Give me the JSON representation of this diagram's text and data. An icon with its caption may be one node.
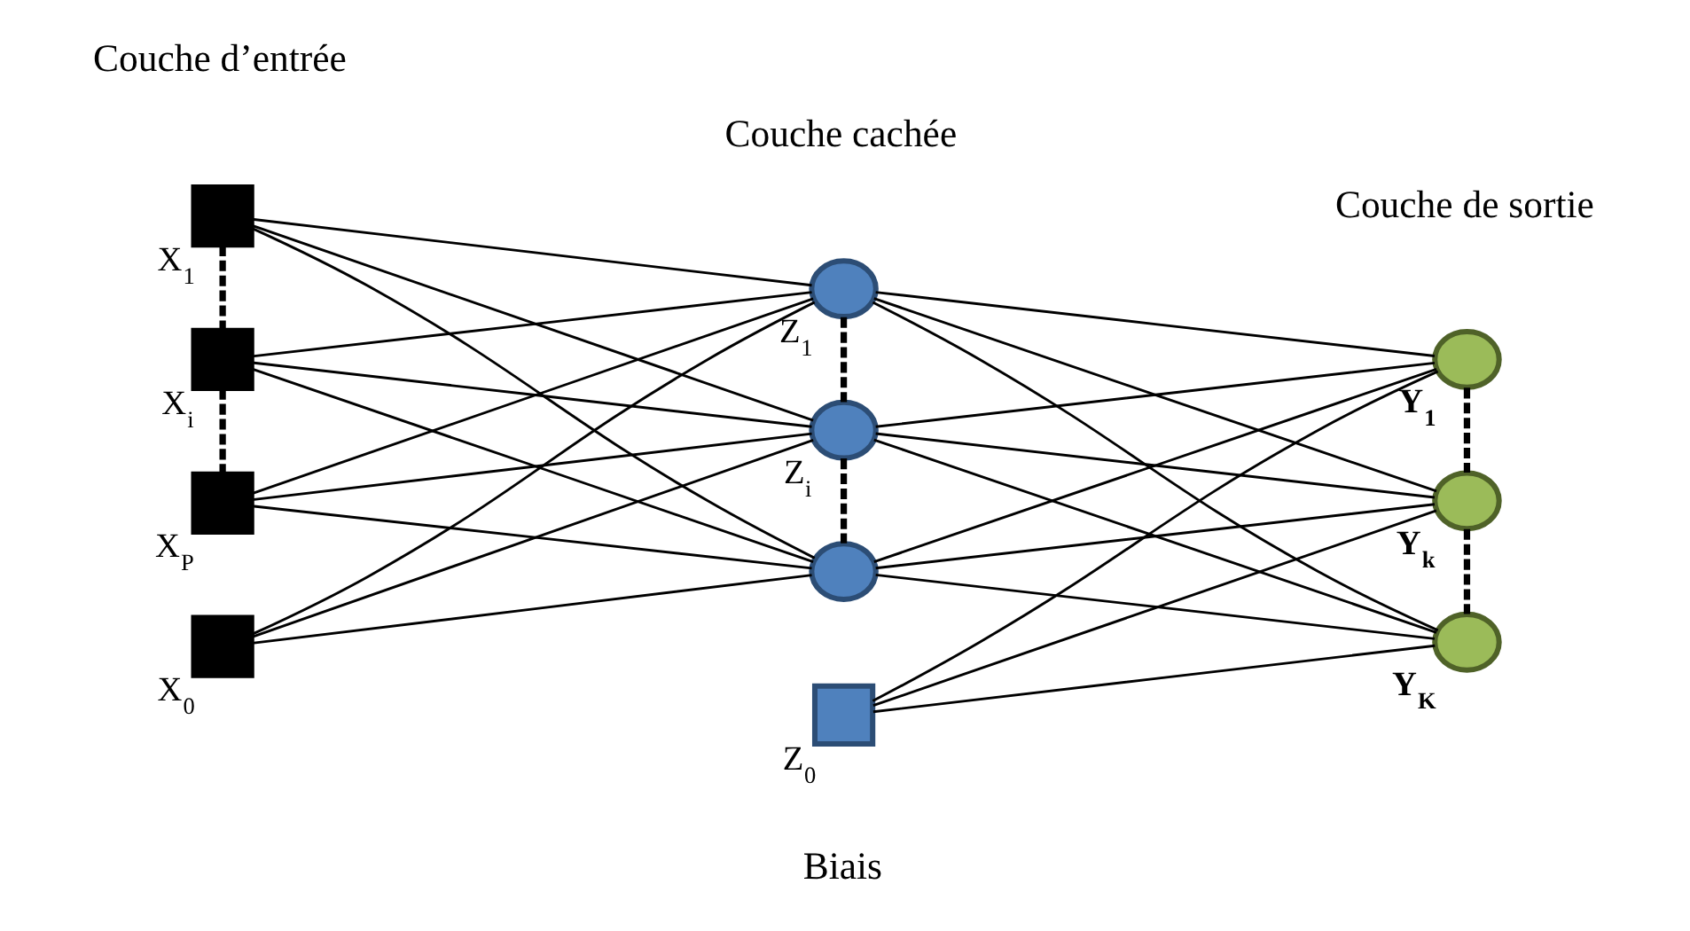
{
  "diagram": {
    "nodes": [
      {
        "text": [],
        "shape": "box",
        "beside": [
          "X$_{1}$"
        ]
      },
      {
        "text": [],
        "shape": "box",
        "beside": [
          "X$_{i}$"
        ]
      },
      {
        "text": [],
        "shape": "box",
        "beside": [
          "X$_{P}$"
        ]
      },
      {
        "text": [],
        "shape": "box",
        "beside": [
          "X$_{0}$"
        ]
      },
      {
        "text": [],
        "shape": "circle",
        "beside": [
          "Z$_{1}$"
        ]
      },
      {
        "text": [],
        "shape": "circle",
        "beside": [
          "Z$_{i}$"
        ]
      },
      {
        "text": [],
        "shape": "circle"
      },
      {
        "text": [],
        "shape": "box",
        "beside": [
          "Z$_{0}$"
        ]
      },
      {
        "text": [],
        "shape": "circle",
        "beside": [
          "Y$_{1}$"
        ]
      },
      {
        "text": [],
        "shape": "circle",
        "beside": [
          "Y$_{k}$"
        ]
      },
      {
        "text": [],
        "shape": "circle",
        "beside": [
          "Y$_{K}$"
        ]
      }
    ],
    "edges": [
      {
        "from": 0,
        "to": 1,
        "arrow": "none",
        "style": "dashed"
      },
      {
        "from": 1,
        "to": 2,
        "arrow": "none",
        "style": "dashed"
      },
      {
        "from": 4,
        "to": 5,
        "arrow": "none",
        "style": "dashed"
      },
      {
        "from": 5,
        "to": 6,
        "arrow": "none",
        "style": "dashed"
      },
      {
        "from": 8,
        "to": 9,
        "arrow": "none",
        "style": "dashed"
      },
      {
        "from": 9,
        "to": 10,
        "arrow": "none",
        "style": "dashed"
      },
      {
        "from": 0,
        "to": 4,
        "arrow": "none"
      },
      {
        "from": 0,
        "to": 5,
        "arrow": "none"
      },
      {
        "from": 0,
        "to": 6,
        "arrow": "none"
      },
      {
        "from": 1,
        "to": 4,
        "arrow": "none"
      },
      {
        "from": 1,
        "to": 5,
        "arrow": "none"
      },
      {
        "from": 1,
        "to": 6,
        "arrow": "none"
      },
      {
        "from": 2,
        "to": 4,
        "arrow": "none"
      },
      {
        "from": 2,
        "to": 5,
        "arrow": "none"
      },
      {
        "from": 2,
        "to": 6,
        "arrow": "none"
      },
      {
        "from": 3,
        "to": 4,
        "arrow": "none"
      },
      {
        "from": 3,
        "to": 5,
        "arrow": "none"
      },
      {
        "from": 3,
        "to": 6,
        "arrow": "none"
      },
      {
        "from": 4,
        "to": 8,
        "arrow": "none"
      },
      {
        "from": 4,
        "to": 9,
        "arrow": "none"
      },
      {
        "from": 4,
        "to": 10,
        "arrow": "none"
      },
      {
        "from": 5,
        "to": 8,
        "arrow": "none"
      },
      {
        "from": 5,
        "to": 9,
        "arrow": "none"
      },
      {
        "from": 5,
        "to": 10,
        "arrow": "none"
      },
      {
        "from": 6,
        "to": 8,
        "arrow": "none"
      },
      {
        "from": 6,
        "to": 9,
        "arrow": "none"
      },
      {
        "from": 6,
        "to": 10,
        "arrow": "none"
      },
      {
        "from": 7,
        "to": 8,
        "arrow": "none"
      },
      {
        "from": 7,
        "to": 9,
        "arrow": "none"
      },
      {
        "from": 7,
        "to": 10,
        "arrow": "none"
      }
    ],
    "labels": [
      "Couche d’entrée",
      "Couche cachée",
      "Couche de sortie",
      "Biais"
    ]
  }
}
